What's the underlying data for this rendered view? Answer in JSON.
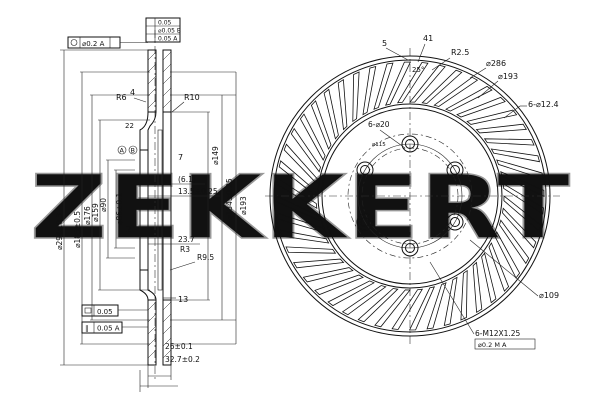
{
  "watermark": "ZEKKERT",
  "tolerance_frames": {
    "runout": "⌀0.2 A",
    "flatness": "0.05",
    "parallel": "0.05 A"
  },
  "section_view": {
    "top_tolerance_box": [
      "0.05",
      "⌀0.05 B",
      "0.05 A"
    ],
    "dims_left": [
      "⌀294±0.3",
      "⌀185±0.5",
      "⌀176",
      "⌀159",
      "⌀90",
      "⌀86±0.1"
    ],
    "dims_right": [
      "⌀149",
      "⌀184±0.25",
      "⌀193"
    ],
    "labels": {
      "r6": "R6",
      "n4": "4",
      "r10": "R10",
      "n22": "22",
      "c_a": "A",
      "c_b": "B",
      "n7": "7",
      "d61": "(6.1)",
      "d135": "13.5±0.25",
      "n2": "2",
      "d237": "23.7",
      "r3": "R3",
      "r95": "R9.5",
      "n13": "13",
      "d26": "26±0.1",
      "d327": "32.7±0.2"
    }
  },
  "face_view": {
    "labels": {
      "n5": "5",
      "n41": "41",
      "a25": "25°",
      "r25": "R2.5",
      "d286": "⌀286",
      "d193": "⌀193",
      "holes_124": "6-⌀12.4",
      "holes_20": "6-⌀20",
      "d115": "⌀115",
      "d109": "⌀109",
      "thread": "6-M12X1.25",
      "thread_tol": "⌀0.2 M A"
    }
  }
}
